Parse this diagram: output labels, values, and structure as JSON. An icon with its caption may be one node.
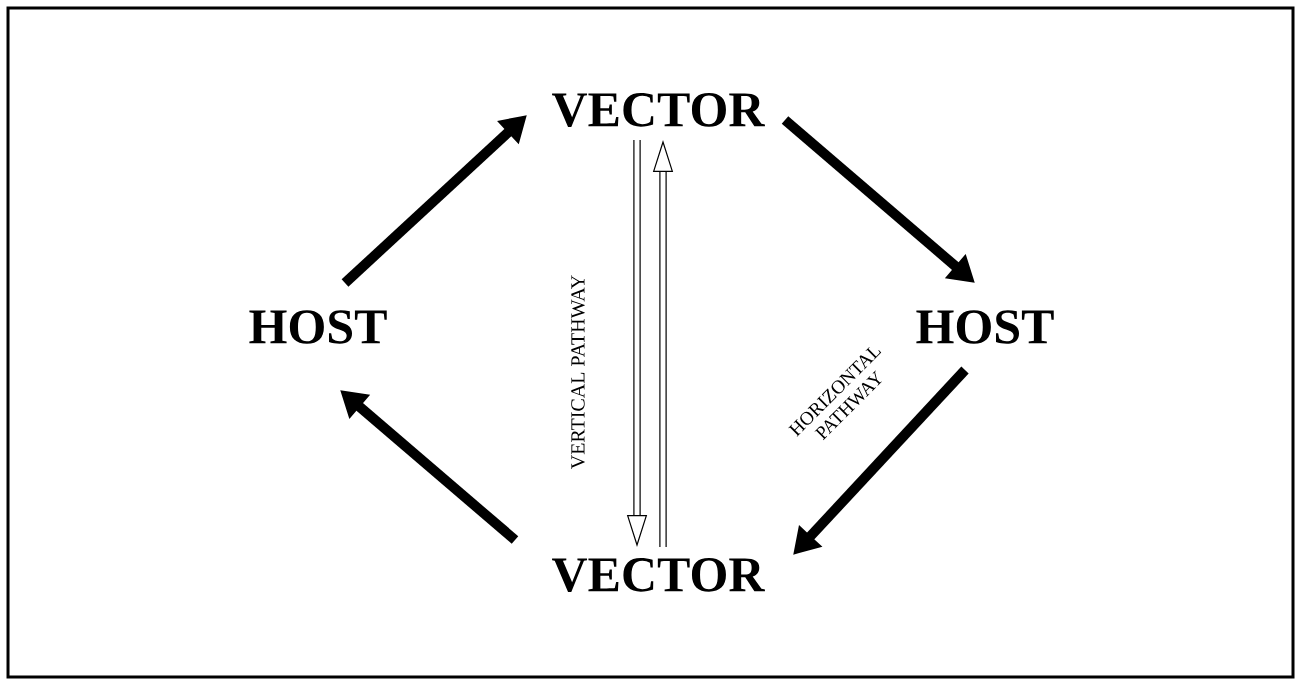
{
  "diagram": {
    "nodes": [
      {
        "text": [
          "VECTOR"
        ]
      },
      {
        "text": [
          "HOST"
        ]
      },
      {
        "text": [
          "HOST"
        ]
      },
      {
        "text": [
          "VECTOR"
        ]
      }
    ],
    "edges": [
      {
        "from": 1,
        "to": 0,
        "arrow": "to"
      },
      {
        "from": 0,
        "to": 2,
        "arrow": "to"
      },
      {
        "from": 2,
        "to": 3,
        "arrow": "to",
        "label": "HORIZONTAL PATHWAY"
      },
      {
        "from": 3,
        "to": 1,
        "arrow": "to"
      },
      {
        "from": 0,
        "to": 3,
        "arrow": "to",
        "label": "VERTICAL PATHWAY"
      },
      {
        "from": 3,
        "to": 0,
        "arrow": "to"
      }
    ]
  }
}
